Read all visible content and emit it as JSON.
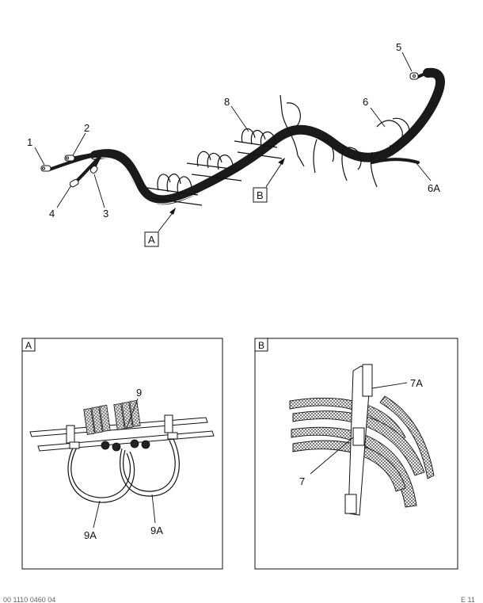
{
  "callouts": {
    "c1": "1",
    "c2": "2",
    "c3": "3",
    "c4": "4",
    "c5": "5",
    "c6": "6",
    "c6a": "6A",
    "c8": "8",
    "detailA": "A",
    "detailB": "B"
  },
  "panelA": {
    "title": "A",
    "c9": "9",
    "c9a_left": "9A",
    "c9a_right": "9A"
  },
  "panelB": {
    "title": "B",
    "c7": "7",
    "c7a": "7A"
  },
  "footer": {
    "left": "00 1110 0460 04",
    "right": "E 11"
  },
  "colors": {
    "line": "#111111",
    "harness": "#1a1a1a",
    "background": "#ffffff"
  }
}
